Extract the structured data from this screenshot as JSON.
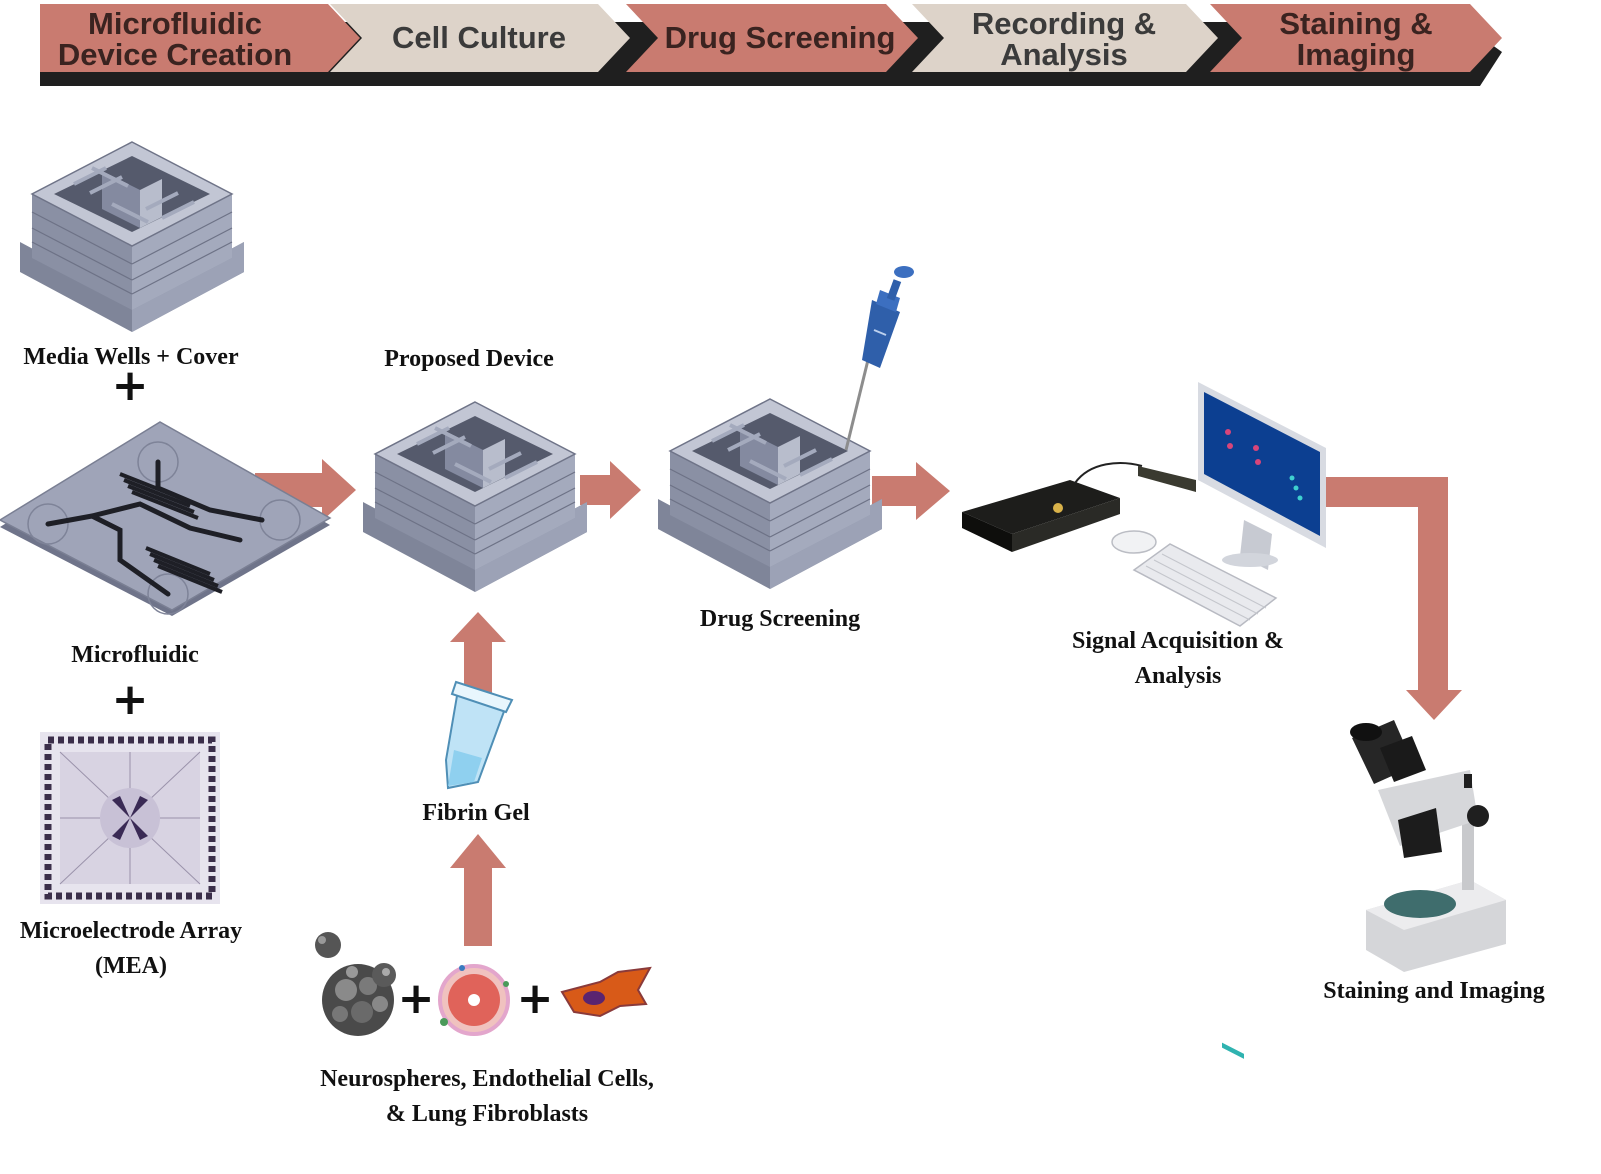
{
  "stages": [
    {
      "label_1": "Microfluidic",
      "label_2": "Device Creation",
      "fill": "#c97b70",
      "text_color": "#3a2320"
    },
    {
      "label_1": "Cell Culture",
      "label_2": "",
      "fill": "#ddd3c9",
      "text_color": "#3b3b3b"
    },
    {
      "label_1": "Drug Screening",
      "label_2": "",
      "fill": "#c97b70",
      "text_color": "#3a2320"
    },
    {
      "label_1": "Recording &",
      "label_2": "Analysis",
      "fill": "#ddd3c9",
      "text_color": "#3b3b3b"
    },
    {
      "label_1": "Staining &",
      "label_2": "Imaging",
      "fill": "#c97b70",
      "text_color": "#3a2320"
    }
  ],
  "labels": {
    "media_wells": "Media Wells + Cover",
    "microfluidic": "Microfluidic",
    "mea_1": "Microelectrode Array",
    "mea_2": "(MEA)",
    "proposed_device": "Proposed Device",
    "fibrin_gel": "Fibrin Gel",
    "cells_1": "Neurospheres, Endothelial Cells,",
    "cells_2": "& Lung Fibroblasts",
    "drug_screening": "Drug Screening",
    "signal_1": "Signal Acquisition &",
    "signal_2": "Analysis",
    "staining": "Staining and Imaging",
    "plus": "+"
  },
  "colors": {
    "arrow": "#c97b70",
    "stage_shadow": "#1f1f1f",
    "device_top": "#a7acc0",
    "device_side_light": "#9aa0b4",
    "device_side_dark": "#7c8298",
    "device_inner": "#5f6478"
  },
  "icons": [
    "media-wells-device-icon",
    "microfluidic-chip-icon",
    "mea-chip-icon",
    "proposed-device-icon",
    "drug-screening-device-icon",
    "pipette-icon",
    "centrifuge-tube-icon",
    "neurosphere-icon",
    "endothelial-cell-icon",
    "fibroblast-icon",
    "computer-monitor-icon",
    "keyboard-icon",
    "mouse-icon",
    "recording-amplifier-icon",
    "microscope-icon"
  ]
}
